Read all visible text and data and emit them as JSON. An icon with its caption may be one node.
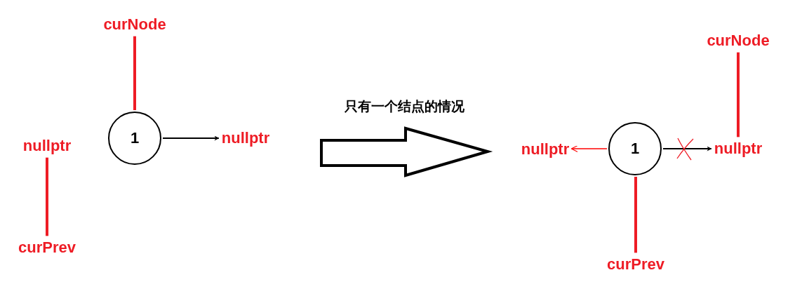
{
  "diagram": {
    "nodes": [
      {
        "text": [
          "curNode"
        ]
      },
      {
        "text": [
          "1"
        ]
      },
      {
        "text": [
          "nullptr"
        ]
      },
      {
        "text": [
          "nullptr"
        ]
      },
      {
        "text": [
          "curPrev"
        ]
      },
      {
        "text": [
          "curNode"
        ]
      },
      {
        "text": [
          "nullptr"
        ]
      },
      {
        "text": [
          "1"
        ]
      },
      {
        "text": [
          "nullptr"
        ]
      },
      {
        "text": [
          "curPrev"
        ]
      }
    ],
    "edges": [
      {
        "from": 0,
        "to": 1,
        "arrow": "none"
      },
      {
        "from": 1,
        "to": 2,
        "arrow": "to",
        "color": "#000000"
      },
      {
        "from": 4,
        "to": 3,
        "arrow": "none"
      },
      {
        "from": 5,
        "to": 8,
        "arrow": "none"
      },
      {
        "from": 7,
        "to": 6,
        "arrow": "to",
        "color": "#ff0000"
      },
      {
        "from": 7,
        "to": 8,
        "arrow": "to",
        "color": "#000000"
      },
      {
        "from": 9,
        "to": 7,
        "arrow": "none"
      }
    ],
    "labels": [
      "只有一个结点的情况"
    ]
  }
}
